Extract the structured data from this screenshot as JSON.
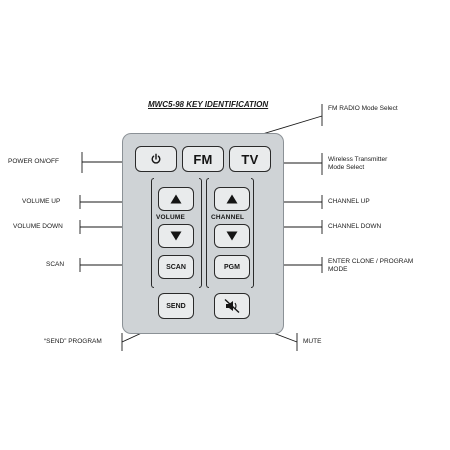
{
  "title": "MWC5-98  KEY IDENTIFICATION",
  "remote": {
    "keys": {
      "power": "",
      "fm": "FM",
      "tv": "TV",
      "volume_caption": "VOLUME",
      "channel_caption": "CHANNEL",
      "scan": "SCAN",
      "pgm": "PGM",
      "send": "SEND"
    }
  },
  "labels": {
    "fm_radio": "FM RADIO Mode Select",
    "power": "POWER ON/OFF",
    "wireless_line1": "Wireless Transmitter",
    "wireless_line2": "Mode Select",
    "volume_up": "VOLUME UP",
    "channel_up": "CHANNEL UP",
    "volume_down": "VOLUME DOWN",
    "channel_down": "CHANNEL DOWN",
    "scan": "SCAN",
    "clone_line1": "ENTER CLONE / PROGRAM",
    "clone_line2": "MODE",
    "send_program": "“SEND” PROGRAM",
    "mute": "MUTE"
  },
  "icons": {
    "power": "power-icon",
    "up": "up-triangle-icon",
    "down": "down-triangle-icon",
    "mute": "mute-speaker-icon"
  }
}
